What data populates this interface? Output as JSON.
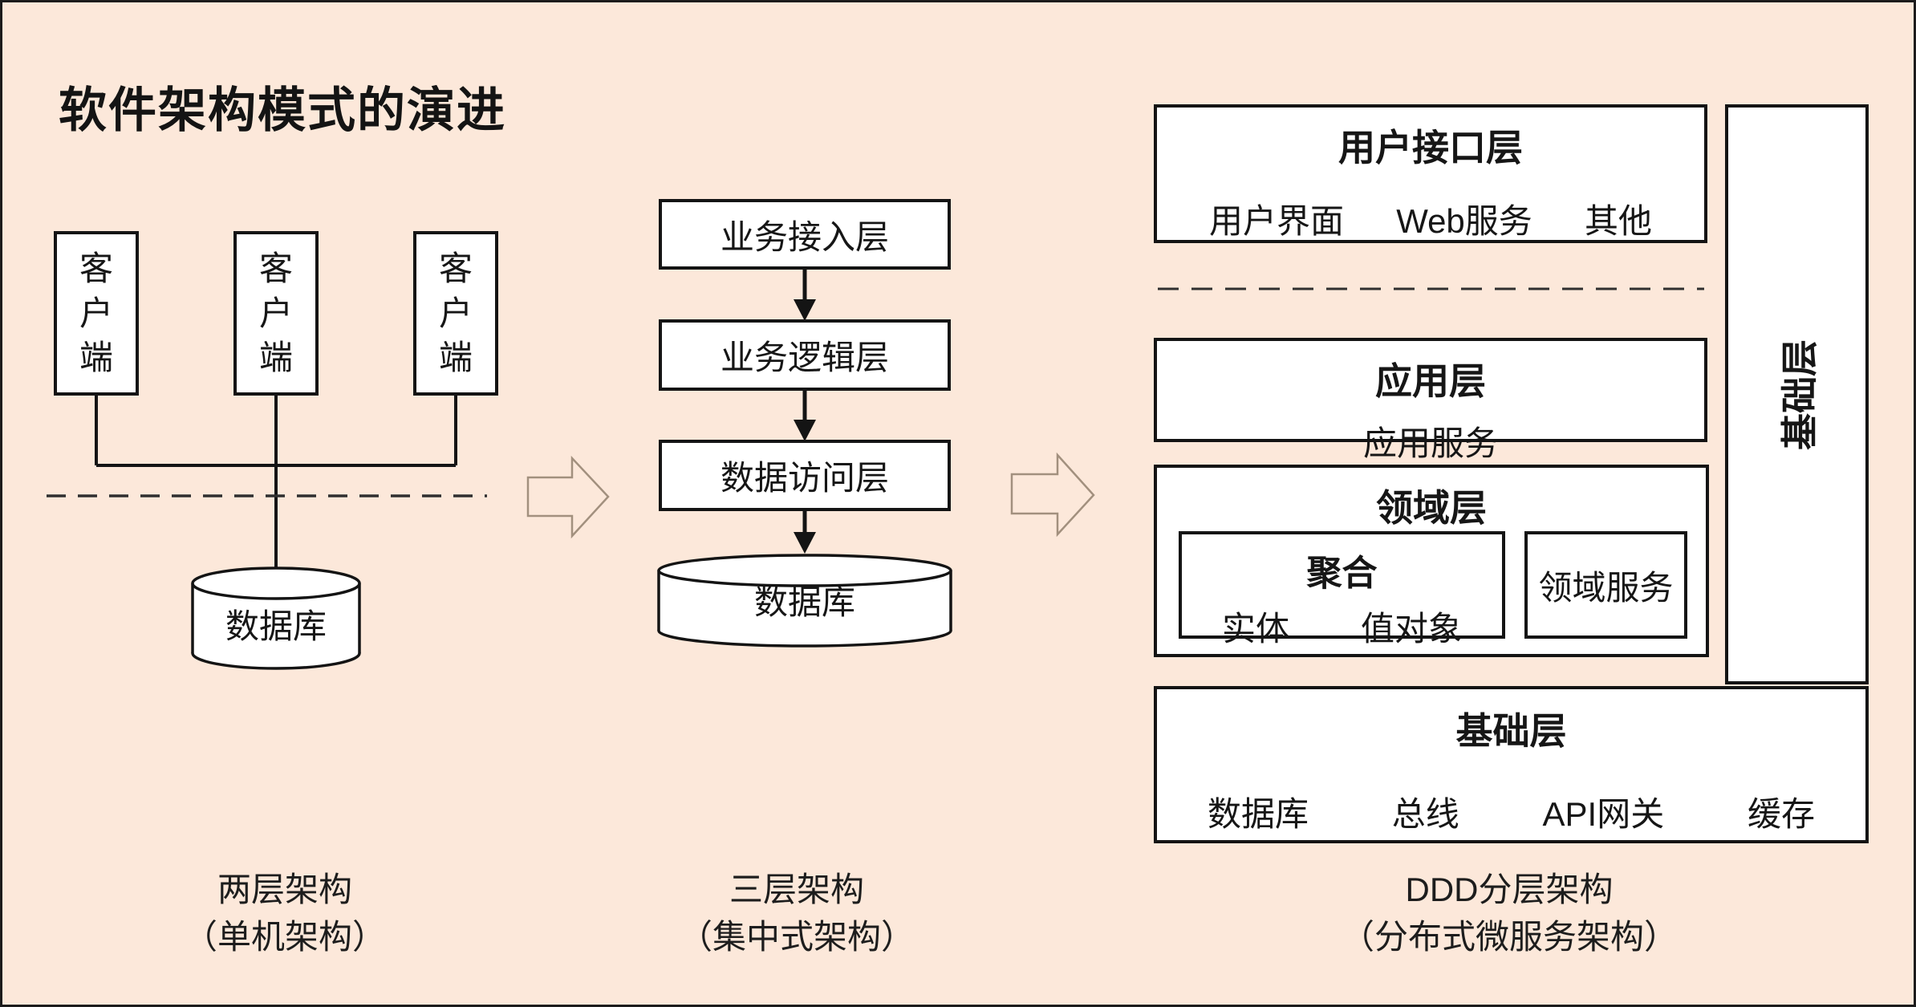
{
  "title": "软件架构模式的演进",
  "colors": {
    "background": "#fce8da",
    "box_fill": "#ffffff",
    "ink": "#141414",
    "dashed_line": "#2f2f2f",
    "hollow_arrow_outline": "#a2907e"
  },
  "left_diagram": {
    "clients": [
      "客户端",
      "客户端",
      "客户端"
    ],
    "database": "数据库",
    "caption_line1": "两层架构",
    "caption_line2": "（单机架构）"
  },
  "middle_diagram": {
    "layers": [
      "业务接入层",
      "业务逻辑层",
      "数据访问层"
    ],
    "database": "数据库",
    "caption_line1": "三层架构",
    "caption_line2": "（集中式架构）"
  },
  "right_diagram": {
    "ui_layer": {
      "title": "用户接口层",
      "items": [
        "用户界面",
        "Web服务",
        "其他"
      ]
    },
    "app_layer": {
      "title": "应用层",
      "service": "应用服务"
    },
    "domain_layer": {
      "title": "领域层",
      "aggregate": {
        "title": "聚合",
        "items": [
          "实体",
          "值对象"
        ]
      },
      "domain_service": "领域服务"
    },
    "infra_layer": {
      "title": "基础层",
      "items": [
        "数据库",
        "总线",
        "API网关",
        "缓存"
      ]
    },
    "infra_sidebar": "基础层",
    "caption_line1": "DDD分层架构",
    "caption_line2": "（分布式微服务架构）"
  }
}
